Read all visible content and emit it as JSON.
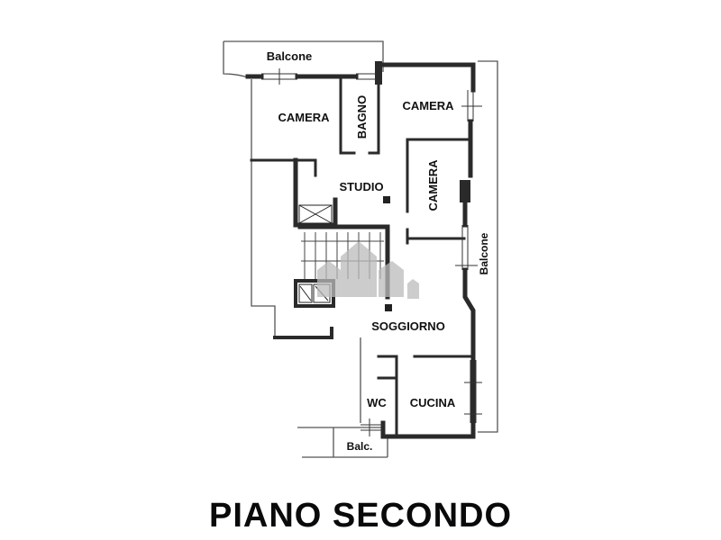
{
  "plan": {
    "rooms": {
      "balcone_top": "Balcone",
      "camera_left": "CAMERA",
      "bagno": "BAGNO",
      "camera_top_right": "CAMERA",
      "studio": "STUDIO",
      "camera_right": "CAMERA",
      "balcone_right": "Balcone",
      "soggiorno": "SOGGIORNO",
      "wc": "WC",
      "cucina": "CUCINA",
      "balc_small": "Balc."
    },
    "colors": {
      "wall": "#2a2a2a",
      "thin": "#555555",
      "watermark": "#bbbbbb"
    }
  },
  "title": "PIANO SECONDO"
}
